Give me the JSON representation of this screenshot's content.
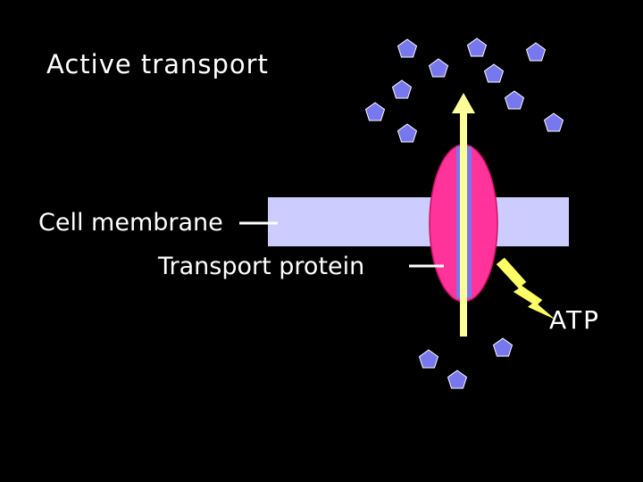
{
  "title": "Active transport",
  "labels": {
    "cell_membrane": "Cell membrane",
    "transport_protein": "Transport protein",
    "atp": "ATP"
  },
  "colors": {
    "background": "#000000",
    "membrane": "#ccccff",
    "protein": "#ff3399",
    "channel": "#7777ee",
    "arrow": "#ffff99",
    "molecule": "#7777ee",
    "text": "#ffffff"
  },
  "icons": {
    "molecule": "pentagon-molecule-icon",
    "energy": "lightning-bolt-icon"
  }
}
